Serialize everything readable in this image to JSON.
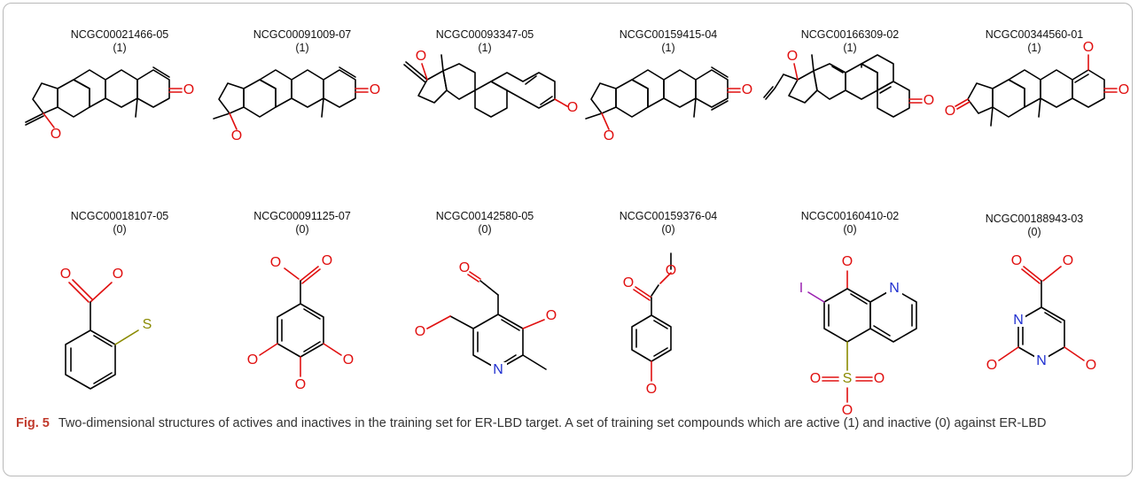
{
  "figure": {
    "label": "Fig. 5",
    "caption": "Two-dimensional structures of actives and inactives in the training set for ER-LBD target. A set of training set compounds which are active (1) and inactive (0) against ER-LBD"
  },
  "actives": [
    {
      "id": "NCGC00021466-05",
      "activity": "(1)"
    },
    {
      "id": "NCGC00091009-07",
      "activity": "(1)"
    },
    {
      "id": "NCGC00093347-05",
      "activity": "(1)"
    },
    {
      "id": "NCGC00159415-04",
      "activity": "(1)"
    },
    {
      "id": "NCGC00166309-02",
      "activity": "(1)"
    },
    {
      "id": "NCGC00344560-01",
      "activity": "(1)"
    }
  ],
  "inactives": [
    {
      "id": "NCGC00018107-05",
      "activity": "(0)"
    },
    {
      "id": "NCGC00091125-07",
      "activity": "(0)"
    },
    {
      "id": "NCGC00142580-05",
      "activity": "(0)"
    },
    {
      "id": "NCGC00159376-04",
      "activity": "(0)"
    },
    {
      "id": "NCGC00160410-02",
      "activity": "(0)"
    },
    {
      "id": "NCGC00188943-03",
      "activity": "(0)"
    }
  ],
  "atom_labels": {
    "oxygen": "O",
    "nitrogen": "N",
    "sulfur": "S",
    "iodine": "I"
  },
  "colors": {
    "oxygen": "#e01010",
    "nitrogen": "#2030d0",
    "sulfur": "#8a8a00",
    "iodine": "#9a20b0",
    "caption_label": "#c0392b",
    "frame_border": "#b9b9b9"
  }
}
